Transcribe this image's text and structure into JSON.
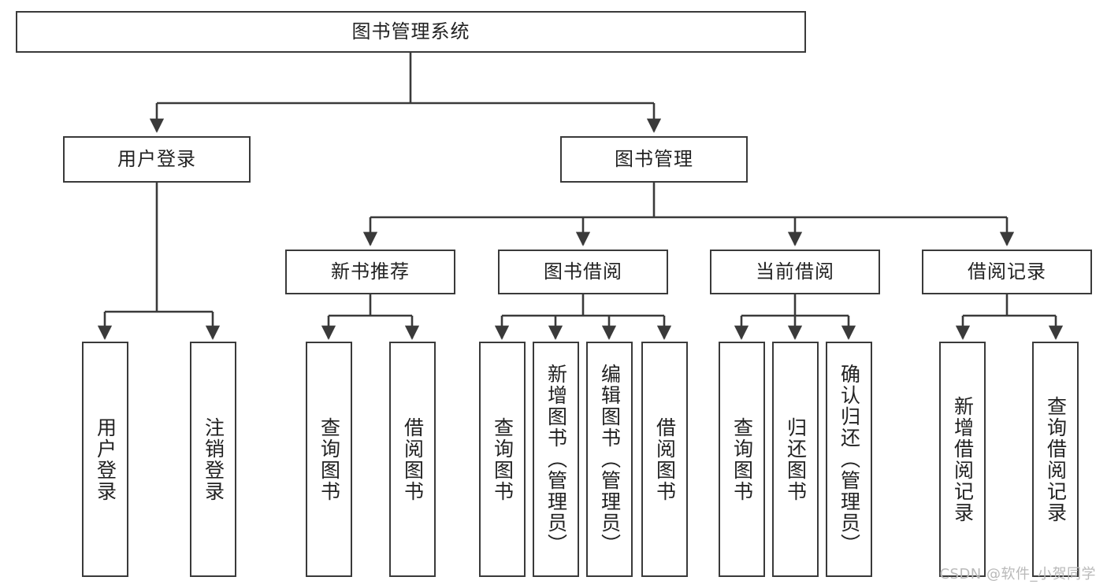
{
  "diagram": {
    "type": "tree",
    "title": "图书管理系统",
    "background_color": "#ffffff",
    "node_border_color": "#3a3a3a",
    "node_fill_color": "#ffffff",
    "edge_color": "#3a3a3a",
    "root": {
      "id": "root",
      "label": "图书管理系统",
      "orientation": "horizontal"
    },
    "level2": [
      {
        "id": "user-login",
        "label": "用户登录",
        "orientation": "horizontal"
      },
      {
        "id": "book-manage",
        "label": "图书管理",
        "orientation": "horizontal"
      }
    ],
    "level3": [
      {
        "id": "new-book-recommend",
        "label": "新书推荐",
        "orientation": "horizontal",
        "parent": "book-manage"
      },
      {
        "id": "book-borrow",
        "label": "图书借阅",
        "orientation": "horizontal",
        "parent": "book-manage"
      },
      {
        "id": "current-borrow",
        "label": "当前借阅",
        "orientation": "horizontal",
        "parent": "book-manage"
      },
      {
        "id": "borrow-record",
        "label": "借阅记录",
        "orientation": "horizontal",
        "parent": "book-manage"
      }
    ],
    "leaves": [
      {
        "id": "leaf-user-login",
        "label": "用户登录",
        "orientation": "vertical",
        "parent": "user-login"
      },
      {
        "id": "leaf-logout-login",
        "label": "注销登录",
        "orientation": "vertical",
        "parent": "user-login"
      },
      {
        "id": "leaf-query-book-1",
        "label": "查询图书",
        "orientation": "vertical",
        "parent": "new-book-recommend"
      },
      {
        "id": "leaf-borrow-book-1",
        "label": "借阅图书",
        "orientation": "vertical",
        "parent": "new-book-recommend"
      },
      {
        "id": "leaf-query-book-2",
        "label": "查询图书",
        "orientation": "vertical",
        "parent": "book-borrow"
      },
      {
        "id": "leaf-add-book",
        "label": "新增图书（管理员）",
        "orientation": "vertical",
        "parent": "book-borrow"
      },
      {
        "id": "leaf-edit-book",
        "label": "编辑图书（管理员）",
        "orientation": "vertical",
        "parent": "book-borrow"
      },
      {
        "id": "leaf-borrow-book-2",
        "label": "借阅图书",
        "orientation": "vertical",
        "parent": "book-borrow"
      },
      {
        "id": "leaf-query-book-3",
        "label": "查询图书",
        "orientation": "vertical",
        "parent": "current-borrow"
      },
      {
        "id": "leaf-return-book",
        "label": "归还图书",
        "orientation": "vertical",
        "parent": "current-borrow"
      },
      {
        "id": "leaf-confirm-return",
        "label": "确认归还（管理员）",
        "orientation": "vertical",
        "parent": "current-borrow"
      },
      {
        "id": "leaf-add-record",
        "label": "新增借阅记录",
        "orientation": "vertical",
        "parent": "borrow-record"
      },
      {
        "id": "leaf-query-record",
        "label": "查询借阅记录",
        "orientation": "vertical",
        "parent": "borrow-record"
      }
    ]
  },
  "watermark": {
    "text": "CSDN @软件_小贺同学",
    "color": "#b9b9b9"
  }
}
